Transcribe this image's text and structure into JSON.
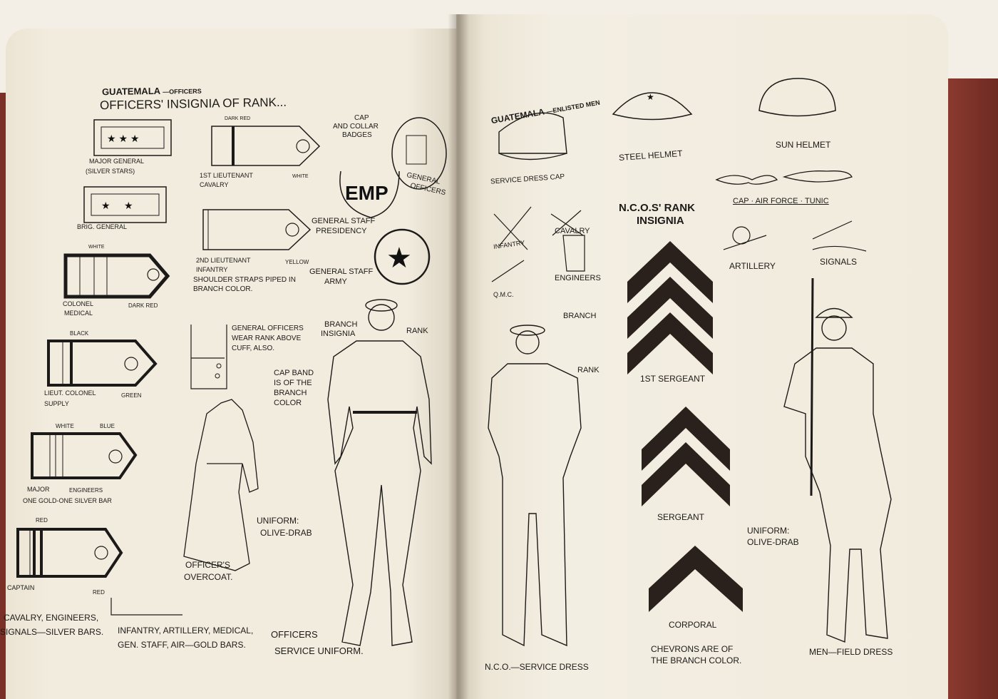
{
  "left_page": {
    "header": "GUATEMALA",
    "header_sub": "—OFFICERS",
    "title": "OFFICERS' INSIGNIA OF RANK...",
    "labels": {
      "major_general": "MAJOR GENERAL",
      "silver_stars": "(SILVER STARS)",
      "brig_general": "BRIG. GENERAL",
      "white1": "WHITE",
      "colonel": "COLONEL",
      "medical": "MEDICAL",
      "dark_red1": "DARK RED",
      "black": "BLACK",
      "lieut_colonel": "LIEUT. COLONEL",
      "supply": "SUPPLY",
      "green": "GREEN",
      "white2": "WHITE",
      "blue": "BLUE",
      "major": "MAJOR",
      "engineers": "ENGINEERS",
      "one_gold": "ONE GOLD-ONE SILVER BAR",
      "red1": "RED",
      "captain": "CAPTAIN",
      "red2": "RED",
      "cavalry_eng": "CAVALRY, ENGINEERS,",
      "signals_silver": "SIGNALS—SILVER BARS.",
      "infantry_art": "INFANTRY, ARTILLERY, MEDICAL,",
      "gen_staff_gold": "GEN. STAFF, AIR—GOLD BARS.",
      "dark_red2": "DARK RED",
      "first_lt": "1ST LIEUTENANT",
      "cavalry": "CAVALRY",
      "white3": "WHITE",
      "second_lt": "2ND LIEUTENANT",
      "infantry": "INFANTRY",
      "yellow": "YELLOW",
      "piped1": "SHOULDER STRAPS PIPED IN",
      "piped2": "BRANCH COLOR.",
      "gen_off1": "GENERAL OFFICERS",
      "gen_off2": "WEAR RANK ABOVE",
      "gen_off3": "CUFF, ALSO.",
      "cap_collar1": "CAP",
      "cap_collar2": "AND COLLAR",
      "cap_collar3": "BADGES",
      "general_officers1": "GENERAL",
      "general_officers2": "OFFICERS",
      "emp": "EMP",
      "gs_pres1": "GENERAL STAFF",
      "gs_pres2": "PRESIDENCY",
      "gs_army1": "GENERAL STAFF",
      "gs_army2": "ARMY",
      "branch_ins1": "BRANCH",
      "branch_ins2": "INSIGNIA",
      "rank": "RANK",
      "cap_band1": "CAP BAND",
      "cap_band2": "IS OF THE",
      "cap_band3": "BRANCH",
      "cap_band4": "COLOR",
      "uniform1": "UNIFORM:",
      "uniform2": "OLIVE-DRAB",
      "overcoat1": "OFFICER'S",
      "overcoat2": "OVERCOAT.",
      "service1": "OFFICERS",
      "service2": "SERVICE UNIFORM."
    }
  },
  "right_page": {
    "header": "GUATEMALA",
    "header_sub": "—ENLISTED MEN",
    "labels": {
      "service_cap": "SERVICE DRESS CAP",
      "steel_helmet": "STEEL HELMET",
      "sun_helmet": "SUN HELMET",
      "air_force": "CAP · AIR FORCE · TUNIC",
      "nco1": "N.C.O.s' RANK",
      "nco2": "INSIGNIA",
      "infantry": "INFANTRY",
      "cavalry": "CAVALRY",
      "qmc": "Q.M.C.",
      "engineers": "ENGINEERS",
      "artillery": "ARTILLERY",
      "signals": "SIGNALS",
      "branch": "BRANCH",
      "rank": "RANK",
      "first_sgt": "1ST SERGEANT",
      "sergeant": "SERGEANT",
      "corporal": "CORPORAL",
      "chevrons1": "CHEVRONS ARE OF",
      "chevrons2": "THE BRANCH COLOR.",
      "uniform1": "UNIFORM:",
      "uniform2": "OLIVE-DRAB",
      "nco_service": "N.C.O.—SERVICE DRESS",
      "field_dress": "MEN—FIELD DRESS"
    }
  }
}
